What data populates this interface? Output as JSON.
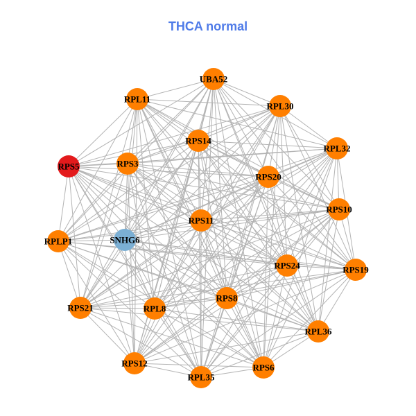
{
  "title": "THCA normal",
  "colors": {
    "hub": "#e31a1c",
    "gene": "#ff7f00",
    "lncrna": "#7bafd4",
    "edge": "#b3b3b3"
  },
  "network": {
    "nodes": [
      {
        "id": "UBA52",
        "type": "gene"
      },
      {
        "id": "RPL11",
        "type": "gene"
      },
      {
        "id": "RPL30",
        "type": "gene"
      },
      {
        "id": "RPS14",
        "type": "gene"
      },
      {
        "id": "RPL32",
        "type": "gene"
      },
      {
        "id": "RPS5",
        "type": "hub"
      },
      {
        "id": "RPS3",
        "type": "gene"
      },
      {
        "id": "RPS20",
        "type": "gene"
      },
      {
        "id": "RPS10",
        "type": "gene"
      },
      {
        "id": "RPS11",
        "type": "gene"
      },
      {
        "id": "SNHG6",
        "type": "lncrna"
      },
      {
        "id": "RPLP1",
        "type": "gene"
      },
      {
        "id": "RPS24",
        "type": "gene"
      },
      {
        "id": "RPS19",
        "type": "gene"
      },
      {
        "id": "RPS8",
        "type": "gene"
      },
      {
        "id": "RPS21",
        "type": "gene"
      },
      {
        "id": "RPL8",
        "type": "gene"
      },
      {
        "id": "RPL36",
        "type": "gene"
      },
      {
        "id": "RPS12",
        "type": "gene"
      },
      {
        "id": "RPS6",
        "type": "gene"
      },
      {
        "id": "RPL35",
        "type": "gene"
      }
    ],
    "edges": "complete"
  }
}
